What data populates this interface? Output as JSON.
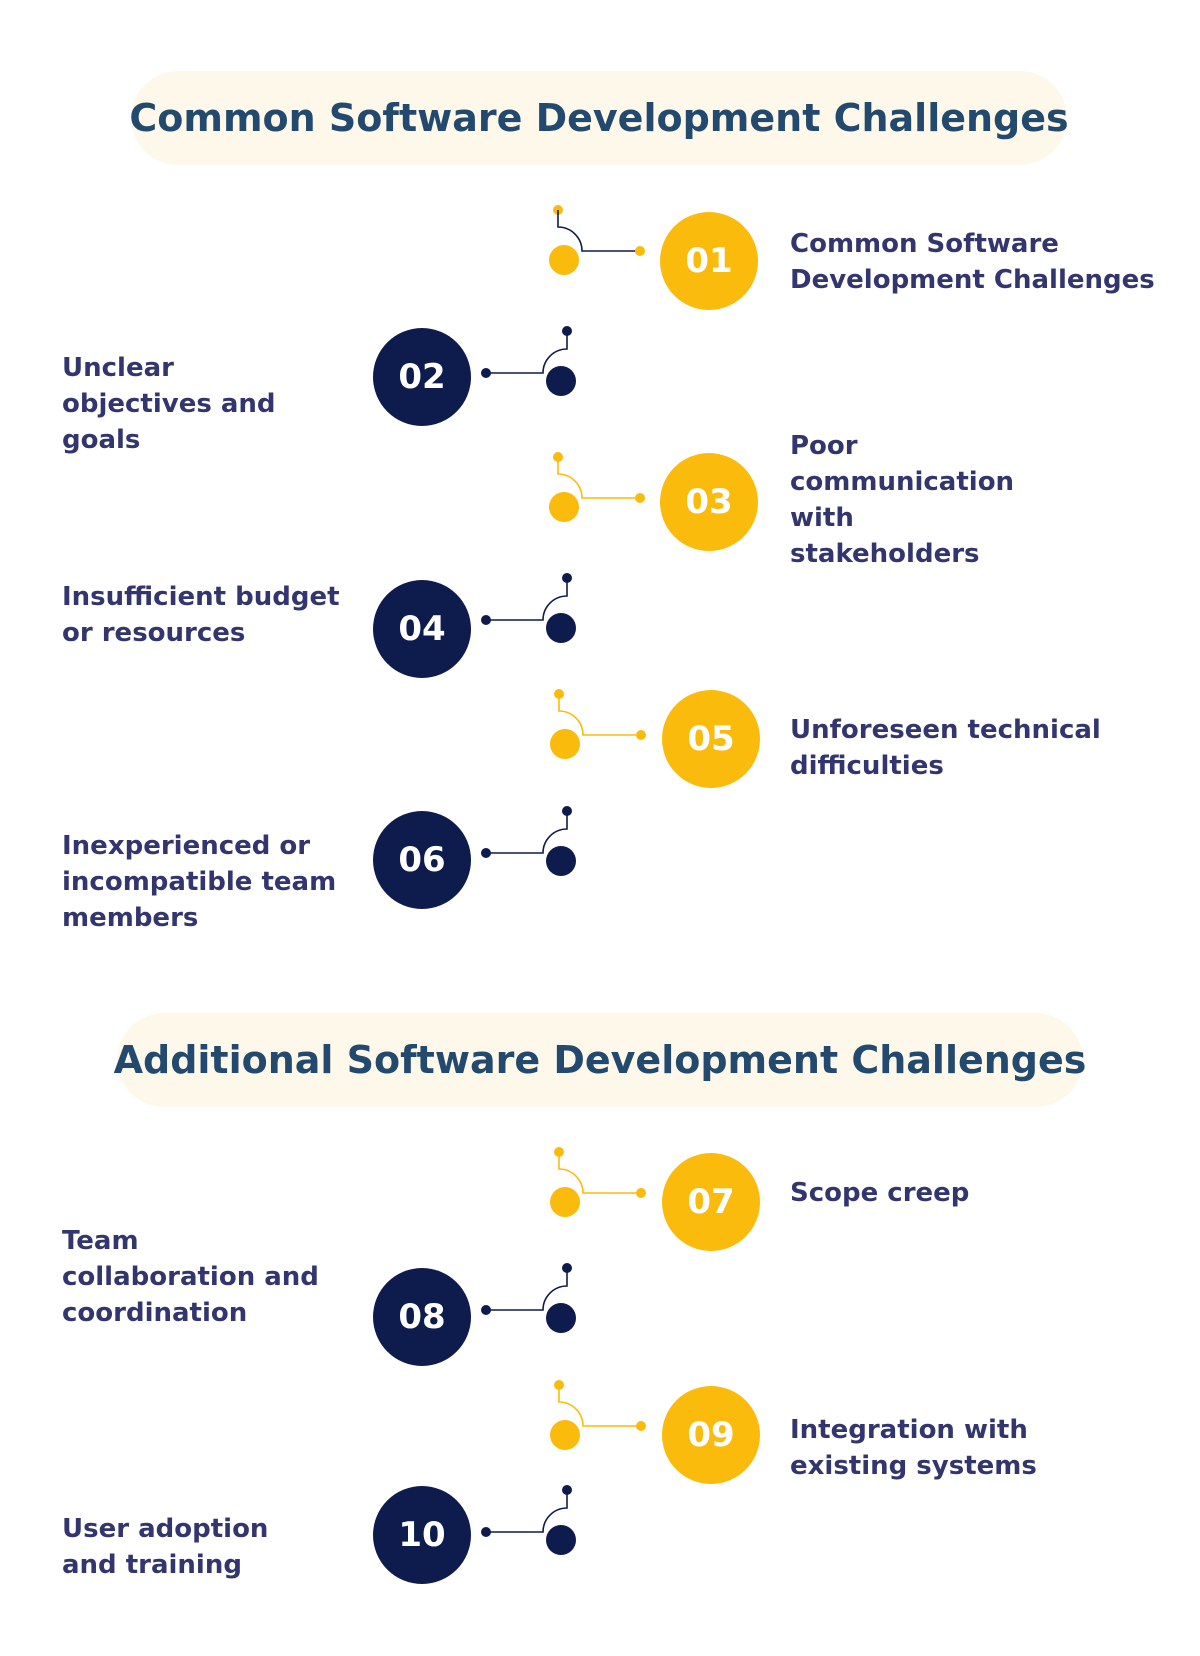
{
  "sections": [
    {
      "title": "Common Software Development Challenges"
    },
    {
      "title": "Additional Software Development Challenges"
    }
  ],
  "items": [
    {
      "number": "01",
      "label": "Common Software\nDevelopment Challenges",
      "color": "yellow",
      "side": "right"
    },
    {
      "number": "02",
      "label": "Unclear\nobjectives and\ngoals",
      "color": "navy",
      "side": "left"
    },
    {
      "number": "03",
      "label": "Poor\ncommunication\nwith\nstakeholders",
      "color": "yellow",
      "side": "right"
    },
    {
      "number": "04",
      "label": "Insufficient budget\nor resources",
      "color": "navy",
      "side": "left"
    },
    {
      "number": "05",
      "label": "Unforeseen technical\ndifficulties",
      "color": "yellow",
      "side": "right"
    },
    {
      "number": "06",
      "label": "Inexperienced or\nincompatible team\nmembers",
      "color": "navy",
      "side": "left"
    },
    {
      "number": "07",
      "label": "Scope creep",
      "color": "yellow",
      "side": "right"
    },
    {
      "number": "08",
      "label": "Team\ncollaboration and\ncoordination",
      "color": "navy",
      "side": "left"
    },
    {
      "number": "09",
      "label": "Integration with\nexisting systems",
      "color": "yellow",
      "side": "right"
    },
    {
      "number": "10",
      "label": "User adoption\nand training",
      "color": "navy",
      "side": "left"
    }
  ],
  "colors": {
    "accent_yellow": "#fbbb0d",
    "accent_navy": "#0e1b4d",
    "heading_text": "#234a6e",
    "body_text": "#33356e",
    "pill_background": "#fdf8ea"
  }
}
